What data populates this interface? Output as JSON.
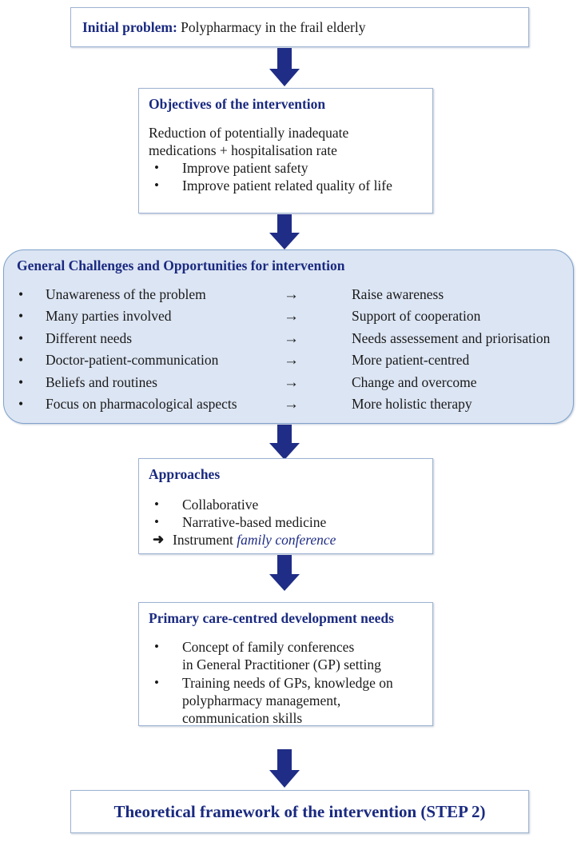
{
  "palette": {
    "heading_navy": "#1A2A80",
    "arrow_navy": "#1F2D86",
    "box_border": "#9DB3D2",
    "rounded_fill": "#DCE5F3",
    "rounded_border": "#7FA2CC",
    "text_black": "#1a1a1a"
  },
  "flow": {
    "initial": {
      "label": "Initial problem:",
      "text": " Polypharmacy in the frail elderly"
    },
    "objectives": {
      "heading": "Objectives of the intervention",
      "lines": [
        "Reduction of potentially inadequate",
        "medications + hospitalisation rate"
      ],
      "bullets": [
        "Improve patient safety",
        "Improve patient related quality of life"
      ]
    },
    "challenges": {
      "heading": "General Challenges and Opportunities for intervention",
      "arrow_glyph": "→",
      "bullet_glyph": "•",
      "rows": [
        {
          "challenge": "Unawareness of the problem",
          "opportunity": "Raise awareness"
        },
        {
          "challenge": "Many parties involved",
          "opportunity": "Support of cooperation"
        },
        {
          "challenge": "Different needs",
          "opportunity": "Needs assessement and priorisation"
        },
        {
          "challenge": "Doctor-patient-communication",
          "opportunity": "More patient-centred"
        },
        {
          "challenge": "Beliefs and routines",
          "opportunity": "Change and overcome"
        },
        {
          "challenge": "Focus on pharmacological aspects",
          "opportunity": "More holistic therapy"
        }
      ]
    },
    "approaches": {
      "heading": "Approaches",
      "bullets": [
        "Collaborative",
        "Narrative-based medicine"
      ],
      "arrow_item": {
        "glyph": "➜",
        "text": "Instrument ",
        "emphasis": "family conference"
      }
    },
    "needs": {
      "heading": "Primary care-centred development needs",
      "bullets": [
        {
          "line1": "Concept of family conferences",
          "line2": "in General Practitioner (GP) setting",
          "line3": ""
        },
        {
          "line1": "Training needs of GPs, knowledge on",
          "line2": "polypharmacy management,",
          "line3": "communication skills"
        }
      ]
    },
    "framework": {
      "text": "Theoretical framework of the intervention (STEP 2)"
    }
  },
  "connectors": [
    {
      "name": "arrow-initial-to-objectives",
      "from": "initial",
      "to": "objectives"
    },
    {
      "name": "arrow-objectives-to-challenges",
      "from": "objectives",
      "to": "challenges"
    },
    {
      "name": "arrow-challenges-to-approaches",
      "from": "challenges",
      "to": "approaches"
    },
    {
      "name": "arrow-approaches-to-needs",
      "from": "approaches",
      "to": "needs"
    },
    {
      "name": "arrow-needs-to-framework",
      "from": "needs",
      "to": "framework"
    }
  ]
}
